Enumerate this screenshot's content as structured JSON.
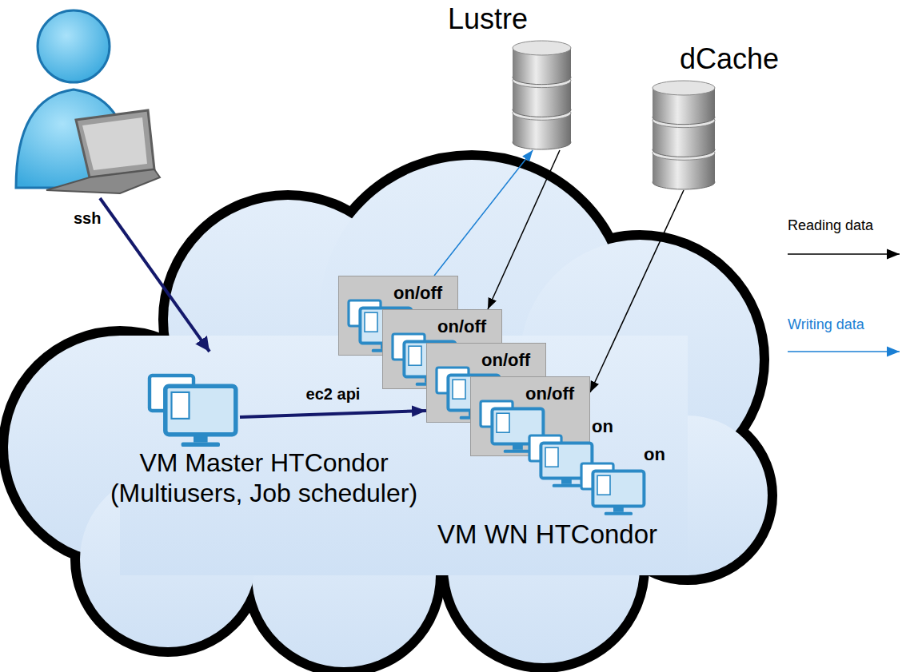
{
  "diagram": {
    "nodes": [
      {
        "text": [
          "Lustre"
        ]
      },
      {
        "text": [
          "dCache"
        ]
      },
      {
        "text": [
          "VM Master HTCondor (Multiusers, Job scheduler)"
        ]
      },
      {
        "text": [
          "on/off"
        ]
      },
      {
        "text": [
          "on/off"
        ]
      },
      {
        "text": [
          "on/off"
        ]
      },
      {
        "text": [
          "on/off"
        ]
      },
      {
        "text": [
          "on"
        ]
      },
      {
        "text": [
          "on"
        ]
      }
    ],
    "edges": [
      {
        "from": 2,
        "to": 5,
        "arrow": "to",
        "label": "ec2 api"
      },
      {
        "from": 3,
        "to": 0,
        "arrow": "to"
      },
      {
        "from": 0,
        "to": 4,
        "arrow": "to"
      },
      {
        "from": 1,
        "to": 6,
        "arrow": "to"
      }
    ],
    "labels": [
      "ssh",
      "VM WN HTCondor"
    ],
    "legend": [
      {
        "text": "Reading data"
      },
      {
        "text": "Writing data"
      }
    ]
  }
}
